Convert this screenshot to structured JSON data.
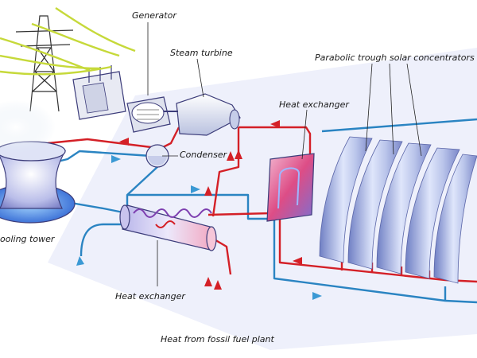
{
  "labels": {
    "generator": "Generator",
    "steam_turbine": "Steam turbine",
    "parabolic_trough": "Parabolic trough solar concentrators",
    "heat_exchanger_top": "Heat exchanger",
    "condenser": "Condenser",
    "cooling_tower": "ooling tower",
    "heat_exchanger_bottom": "Heat exchanger",
    "fossil_heat": "Heat from fossil fuel plant"
  },
  "colors": {
    "hot_pipe": "#d42027",
    "cold_pipe": "#2a84c2",
    "flow_arrow_hot": "#d42027",
    "flow_arrow_cold": "#3b99d4",
    "power_lines": "#c6d93a",
    "solar_panel": "#9fb0dd",
    "heat_exchanger_glow": "#e04e8a",
    "cooling_tower": "#b7bde6"
  }
}
